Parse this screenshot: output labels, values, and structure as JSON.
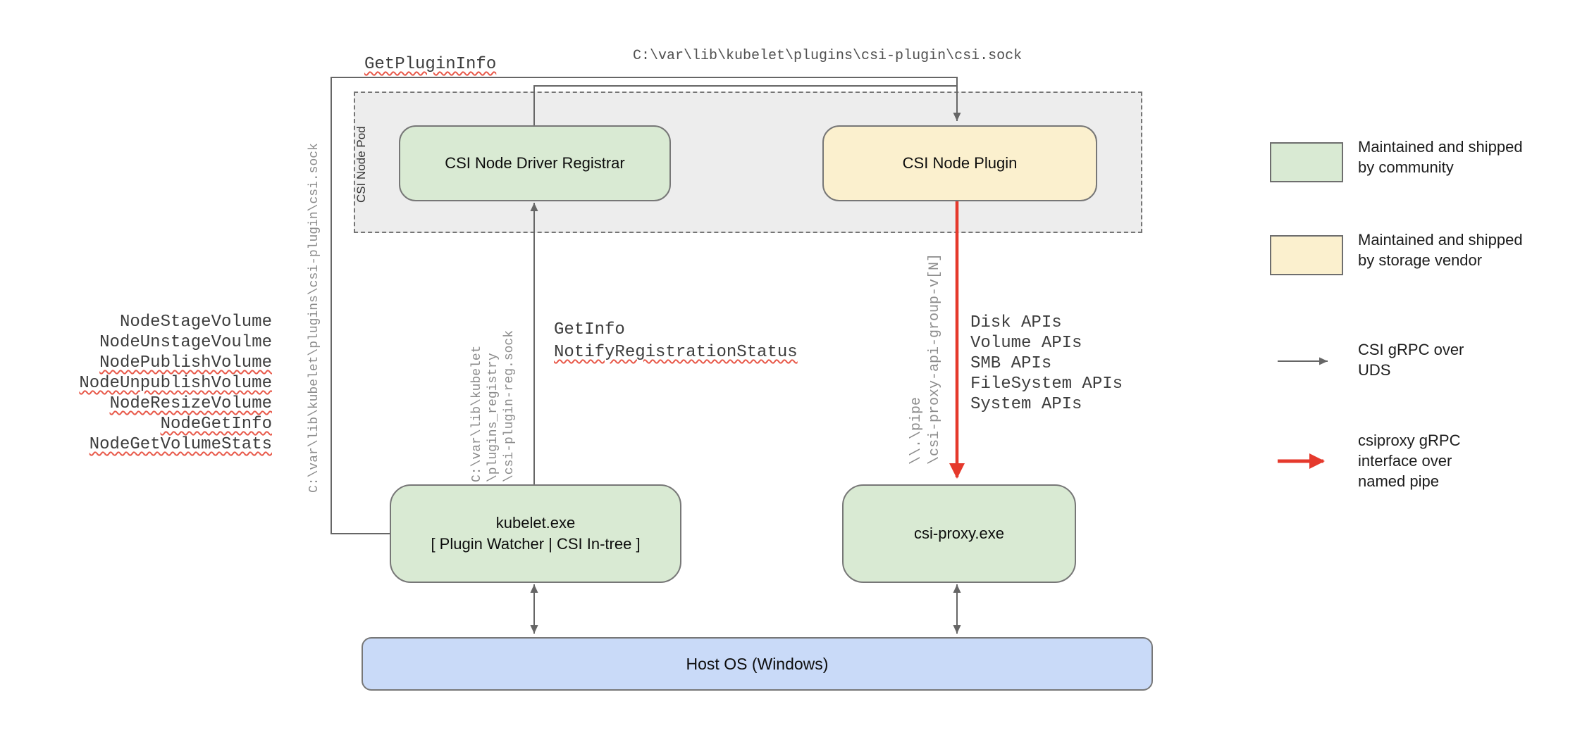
{
  "diagram": {
    "pod": {
      "label": "CSI Node Pod"
    },
    "nodes": {
      "registrar": {
        "label": "CSI Node Driver Registrar"
      },
      "plugin": {
        "label": "CSI Node Plugin"
      },
      "kubelet": {
        "lines": [
          "kubelet.exe",
          "[ Plugin Watcher | CSI In-tree ]"
        ]
      },
      "csi_proxy": {
        "label": "csi-proxy.exe"
      },
      "host_os": {
        "label": "Host OS (Windows)"
      }
    },
    "labels": {
      "get_plugin_info": "GetPluginInfo",
      "csi_sock_top": "C:\\var\\lib\\kubelet\\plugins\\csi-plugin\\csi.sock",
      "csi_sock_left": "C:\\var\\lib\\kubelet\\plugins\\csi-plugin\\csi.sock",
      "node_rpcs": [
        {
          "text": "NodeStageVolume",
          "squiggle": false
        },
        {
          "text": "NodeUnstageVoulme",
          "squiggle": false
        },
        {
          "text": "NodePublishVolume",
          "squiggle": true
        },
        {
          "text": "NodeUnpublishVolume",
          "squiggle": true
        },
        {
          "text": "NodeResizeVolume",
          "squiggle": true
        },
        {
          "text": "NodeGetInfo",
          "squiggle": true
        },
        {
          "text": "NodeGetVolumeStats",
          "squiggle": true
        }
      ],
      "reg_sock_lines": [
        "C:\\var\\lib\\kubelet",
        "\\plugins_registry",
        "\\csi-plugin-reg.sock"
      ],
      "get_info": "GetInfo",
      "notify_registration_status": "NotifyRegistrationStatus",
      "pipe_lines": [
        "\\\\.\\pipe",
        "\\csi-proxy-api-group-v[N]"
      ],
      "api_groups": [
        {
          "text": "Disk APIs",
          "squiggle": false
        },
        {
          "text": "Volume APIs",
          "squiggle": false
        },
        {
          "text": "SMB APIs",
          "squiggle": false
        },
        {
          "text": "FileSystem APIs",
          "squiggle": false
        },
        {
          "text": "System APIs",
          "squiggle": false
        }
      ]
    },
    "legend": {
      "community": {
        "swatch_color": "#d9ead3",
        "lines": [
          "Maintained and shipped",
          "by community"
        ]
      },
      "vendor": {
        "swatch_color": "#fbf0ce",
        "lines": [
          "Maintained and shipped",
          "by storage vendor"
        ]
      },
      "uds": {
        "arrow_color": "#666666",
        "lines": [
          "CSI gRPC over",
          "UDS"
        ]
      },
      "named_pipe": {
        "arrow_color": "#e5392c",
        "lines": [
          "csiproxy gRPC",
          "interface over",
          "named pipe"
        ]
      }
    }
  },
  "colors": {
    "community_box": "#d9ead3",
    "vendor_box": "#fbf0ce",
    "host_os_box": "#c9daf8",
    "pod_fill": "#ededed",
    "uds_arrow": "#666666",
    "pipe_arrow": "#e5392c",
    "squiggle": "#e8594a"
  }
}
